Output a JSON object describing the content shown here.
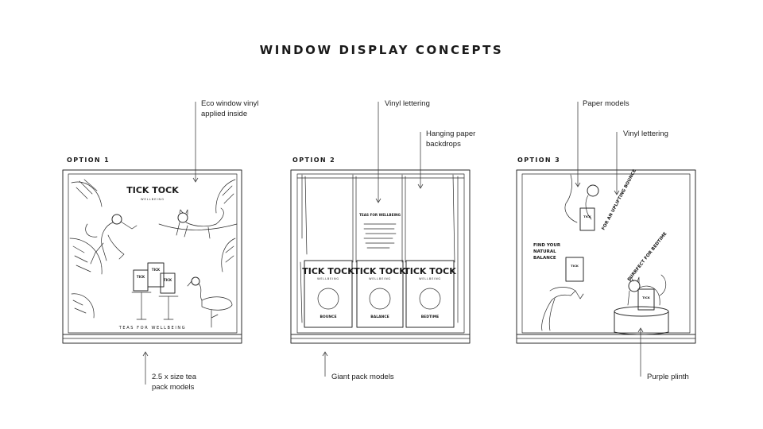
{
  "title": "WINDOW DISPLAY CONCEPTS",
  "options": [
    {
      "label": "OPTION 1",
      "annotations": {
        "top": [
          "Eco window vinyl",
          "applied inside"
        ],
        "bottom": [
          "2.5 x size tea",
          "pack models"
        ]
      },
      "sketch_text": {
        "brand": "TICK TOCK",
        "brand_sub": "WELLBEING",
        "tagline": "TEAS FOR WELLBEING"
      }
    },
    {
      "label": "OPTION 2",
      "annotations": {
        "top_a": [
          "Vinyl lettering"
        ],
        "top_b": [
          "Hanging paper",
          "backdrops"
        ],
        "bottom": [
          "Giant pack models"
        ]
      },
      "sketch_text": {
        "lettering_title": "TEAS FOR WELLBEING",
        "packs": [
          {
            "brand": "TICK TOCK",
            "sub": "WELLBEING",
            "name": "BOUNCE"
          },
          {
            "brand": "TICK TOCK",
            "sub": "WELLBEING",
            "name": "BALANCE"
          },
          {
            "brand": "TICK TOCK",
            "sub": "WELLBEING",
            "name": "BEDTIME"
          }
        ]
      }
    },
    {
      "label": "OPTION 3",
      "annotations": {
        "top_a": [
          "Paper models"
        ],
        "top_b": [
          "Vinyl lettering"
        ],
        "bottom": [
          "Purple plinth"
        ]
      },
      "sketch_text": {
        "uplifting": "FOR AN UPLIFTING BOUNCE",
        "balance": [
          "FIND YOUR",
          "NATURAL",
          "BALANCE"
        ],
        "bedtime": "PURRFECT FOR BEDTIME"
      }
    }
  ]
}
